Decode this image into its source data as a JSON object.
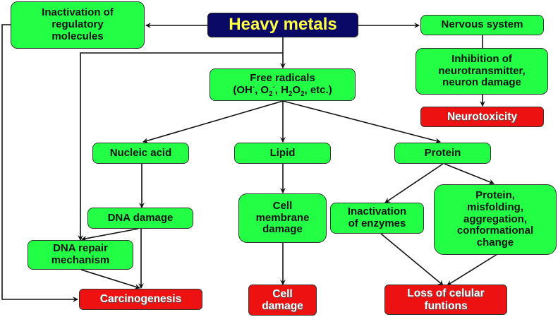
{
  "diagram": {
    "title": "Heavy metals",
    "colors": {
      "cause": "#0a0a66",
      "cause_text": "#ffff44",
      "intermediate": "#22ff44",
      "outcome": "#ee1111"
    },
    "nodes": {
      "heavy_metals": {
        "lines": [
          "Heavy metals"
        ]
      },
      "inactivation_regulatory": {
        "lines": [
          "Inactivation of",
          "regulatory",
          "molecules"
        ]
      },
      "nervous_system": {
        "lines": [
          "Nervous system"
        ]
      },
      "inhibition_neuro": {
        "lines": [
          "Inhibition of",
          "neurotransmitter,",
          "neuron damage"
        ]
      },
      "neurotoxicity": {
        "lines": [
          "Neurotoxicity"
        ]
      },
      "free_radicals": {
        "lines": [
          "Free radicals"
        ],
        "formula": {
          "oh": "OH",
          "minus": "-",
          "o": "O",
          "two": "2",
          "h": "H",
          "sep": ", ",
          "etc": "etc.)",
          "open": "("
        }
      },
      "nucleic_acid": {
        "lines": [
          "Nucleic acid"
        ]
      },
      "lipid": {
        "lines": [
          "Lipid"
        ]
      },
      "protein": {
        "lines": [
          "Protein"
        ]
      },
      "dna_damage": {
        "lines": [
          "DNA damage"
        ]
      },
      "dna_repair": {
        "lines": [
          "DNA repair",
          "mechanism"
        ]
      },
      "carcinogenesis": {
        "lines": [
          "Carcinogenesis"
        ]
      },
      "cell_membrane_damage": {
        "lines": [
          "Cell",
          "membrane",
          "damage"
        ]
      },
      "cell_damage": {
        "lines": [
          "Cell",
          "damage"
        ]
      },
      "inactivation_enzymes": {
        "lines": [
          "Inactivation",
          "of enzymes"
        ]
      },
      "protein_misfolding": {
        "lines": [
          "Protein,",
          "misfolding,",
          "aggregation,",
          "conformational",
          "change"
        ]
      },
      "loss_cellular": {
        "lines": [
          "Loss of celular",
          "funtions"
        ]
      }
    },
    "edges": [
      [
        "heavy_metals",
        "inactivation_regulatory"
      ],
      [
        "heavy_metals",
        "nervous_system"
      ],
      [
        "heavy_metals",
        "free_radicals"
      ],
      [
        "heavy_metals",
        "dna_repair"
      ],
      [
        "inactivation_regulatory",
        "carcinogenesis"
      ],
      [
        "nervous_system",
        "inhibition_neuro"
      ],
      [
        "inhibition_neuro",
        "neurotoxicity"
      ],
      [
        "free_radicals",
        "nucleic_acid"
      ],
      [
        "free_radicals",
        "lipid"
      ],
      [
        "free_radicals",
        "protein"
      ],
      [
        "nucleic_acid",
        "dna_damage"
      ],
      [
        "dna_damage",
        "dna_repair"
      ],
      [
        "dna_damage",
        "carcinogenesis"
      ],
      [
        "dna_repair",
        "carcinogenesis"
      ],
      [
        "lipid",
        "cell_membrane_damage"
      ],
      [
        "cell_membrane_damage",
        "cell_damage"
      ],
      [
        "protein",
        "inactivation_enzymes"
      ],
      [
        "protein",
        "protein_misfolding"
      ],
      [
        "inactivation_enzymes",
        "loss_cellular"
      ],
      [
        "protein_misfolding",
        "loss_cellular"
      ]
    ]
  }
}
